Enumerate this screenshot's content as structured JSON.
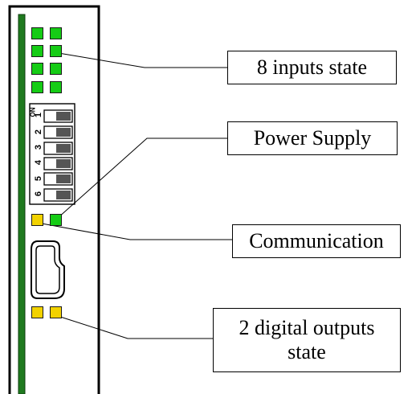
{
  "labels": {
    "inputs_state": "8 inputs state",
    "power_supply": "Power Supply",
    "communication": "Communication",
    "digital_outputs_state": "2 digital outputs\nstate"
  },
  "dip_switch": {
    "on_label": "ON",
    "numbers": [
      "1",
      "2",
      "3",
      "4",
      "5",
      "6"
    ]
  },
  "leds": {
    "inputs": [
      "green",
      "green",
      "green",
      "green",
      "green",
      "green",
      "green",
      "green"
    ],
    "communication": "yellow",
    "power_supply": "green",
    "outputs": [
      "yellow",
      "yellow"
    ]
  },
  "colors": {
    "green_led": "#15cc15",
    "yellow_led": "#f2d200",
    "rail": "#1f7a1f",
    "outline": "#000000"
  }
}
